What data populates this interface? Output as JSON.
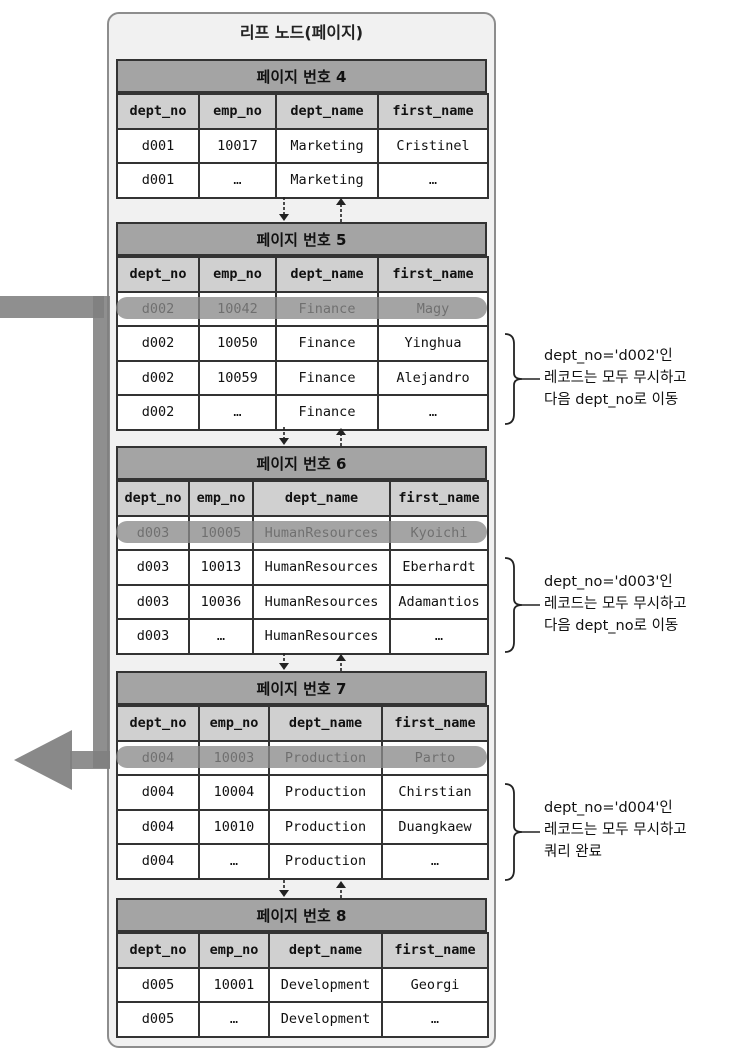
{
  "leaf_title": "리프 노드(페이지)",
  "columns": [
    "dept_no",
    "emp_no",
    "dept_name",
    "first_name"
  ],
  "pages": [
    {
      "title": "페이지 번호 4",
      "rows": [
        {
          "cells": [
            "d001",
            "10017",
            "Marketing",
            "Cristinel"
          ],
          "highlight": false
        },
        {
          "cells": [
            "d001",
            "…",
            "Marketing",
            "…"
          ],
          "highlight": false
        }
      ]
    },
    {
      "title": "페이지 번호 5",
      "rows": [
        {
          "cells": [
            "d002",
            "10042",
            "Finance",
            "Magy"
          ],
          "highlight": true
        },
        {
          "cells": [
            "d002",
            "10050",
            "Finance",
            "Yinghua"
          ],
          "highlight": false
        },
        {
          "cells": [
            "d002",
            "10059",
            "Finance",
            "Alejandro"
          ],
          "highlight": false
        },
        {
          "cells": [
            "d002",
            "…",
            "Finance",
            "…"
          ],
          "highlight": false
        }
      ]
    },
    {
      "title": "페이지 번호 6",
      "rows": [
        {
          "cells": [
            "d003",
            "10005",
            "HumanResources",
            "Kyoichi"
          ],
          "highlight": true
        },
        {
          "cells": [
            "d003",
            "10013",
            "HumanResources",
            "Eberhardt"
          ],
          "highlight": false
        },
        {
          "cells": [
            "d003",
            "10036",
            "HumanResources",
            "Adamantios"
          ],
          "highlight": false
        },
        {
          "cells": [
            "d003",
            "…",
            "HumanResources",
            "…"
          ],
          "highlight": false
        }
      ]
    },
    {
      "title": "페이지 번호 7",
      "rows": [
        {
          "cells": [
            "d004",
            "10003",
            "Production",
            "Parto"
          ],
          "highlight": true
        },
        {
          "cells": [
            "d004",
            "10004",
            "Production",
            "Chirstian"
          ],
          "highlight": false
        },
        {
          "cells": [
            "d004",
            "10010",
            "Production",
            "Duangkaew"
          ],
          "highlight": false
        },
        {
          "cells": [
            "d004",
            "…",
            "Production",
            "…"
          ],
          "highlight": false
        }
      ]
    },
    {
      "title": "페이지 번호 8",
      "rows": [
        {
          "cells": [
            "d005",
            "10001",
            "Development",
            "Georgi"
          ],
          "highlight": false
        },
        {
          "cells": [
            "d005",
            "…",
            "Development",
            "…"
          ],
          "highlight": false
        }
      ]
    }
  ],
  "notes": [
    {
      "lines": [
        "dept_no='d002'인",
        "레코드는 모두 무시하고",
        "다음 dept_no로 이동"
      ]
    },
    {
      "lines": [
        "dept_no='d003'인",
        "레코드는 모두 무시하고",
        "다음 dept_no로 이동"
      ]
    },
    {
      "lines": [
        "dept_no='d004'인",
        "레코드는 모두 무시하고",
        "쿼리 완료"
      ]
    }
  ]
}
